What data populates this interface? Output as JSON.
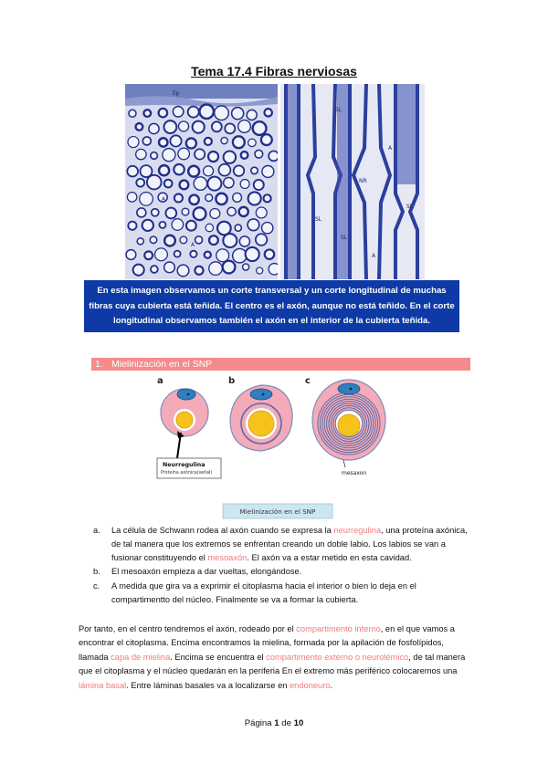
{
  "title": "Tema 17.4 Fibras nerviosas",
  "micrograph": {
    "label_ep": "Ep",
    "label_a": "A",
    "label_sl": "SL",
    "label_nr": "NR"
  },
  "caption": "En esta imagen observamos un corte transversal y un corte longitudinal de muchas fibras cuya cubierta está teñida. El centro es el axón, aunque no está teñido. En el corte longitudinal observamos también el axón en el interior de la cubierta teñida.",
  "section": {
    "number": "1.",
    "heading": "Mielinización en el SNP"
  },
  "diagram": {
    "letters": [
      "a",
      "b",
      "c"
    ],
    "neuregulin_title": "Neurregulina",
    "neuregulin_subtitle": "Proteína axónica(señal)",
    "mesaxon_label": "mesaxon",
    "footer_label": "Mielinización en el SNP"
  },
  "list": [
    {
      "marker": "a.",
      "parts": [
        {
          "t": "La célula de Schwann rodea al axón cuando se expresa la "
        },
        {
          "t": "neurregulina",
          "hl": true
        },
        {
          "t": ", una proteína axónica, de tal manera que los extremos se enfrentan creando un doble labio. Los labios se van a fusionar constituyendo el "
        },
        {
          "t": "mesoaxón",
          "hl": true
        },
        {
          "t": ". El axón va a estar metido en esta cavidad."
        }
      ]
    },
    {
      "marker": "b.",
      "parts": [
        {
          "t": "El mesoaxón empieza a dar vueltas, elongándose."
        }
      ]
    },
    {
      "marker": "c.",
      "parts": [
        {
          "t": "A medida que gira va a exprimir el citoplasma hacia el interior o bien lo deja en el compartimentto del núcleo. Finalmente se va a formar la cubierta."
        }
      ]
    }
  ],
  "paragraph": [
    {
      "t": "Por tanto, en el centro tendremos el axón, rodeado por el "
    },
    {
      "t": "compartimento interno",
      "hl": true
    },
    {
      "t": ", en el que vamos a encontrar el citoplasma. Encima encontramos la mielina, formada por la apilación de fosfolípidos, llamada "
    },
    {
      "t": "capa de mielina",
      "hl": true
    },
    {
      "t": ". Encima se encuentra el "
    },
    {
      "t": "compartimento externo o neurolémico",
      "hl": true
    },
    {
      "t": ", de tal manera que el citoplasma y el núcleo quedarán en la periferia En el extremo más periférico colocaremos una "
    },
    {
      "t": "lámina basal",
      "hl": true
    },
    {
      "t": ". Entre láminas basales va a localizarse en "
    },
    {
      "t": "endoneuro",
      "hl": true
    },
    {
      "t": "."
    }
  ],
  "footer": {
    "page_word": "Página",
    "page_current": "1",
    "of_word": "de",
    "page_total": "10"
  },
  "colors": {
    "caption_bg": "#0d3aa6",
    "section_bg": "#f58a8a",
    "highlight": "#f07c7c",
    "stain": "#3a4fa8",
    "sheath": "#f4aab8",
    "axon": "#f7c21a"
  }
}
